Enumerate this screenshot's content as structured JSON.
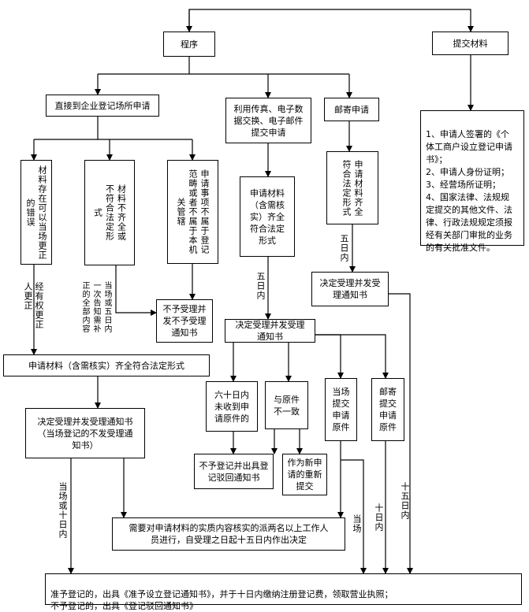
{
  "nodes": {
    "procedure": "程序",
    "submit_materials": "提交材料",
    "direct_apply": "直接到企业登记场所申请",
    "electronic_apply": "利用传真、电子数\n据交换、电子邮件\n提交申请",
    "mail_apply": "邮寄申请",
    "submit_list": "1、申请人签署的《个\n体工商户设立登记申请\n书》；\n2、申请人身份证明；\n3、经营场所证明；\n4、国家法律、法规规\n定提交的其他文件、法\n律、行政法规规定须报\n经有关部门审批的业务\n的有关批准文件。",
    "correctable_error": "材料存在可以当场更正的错误",
    "incomplete": "材料不齐全或不符合法定形式",
    "out_of_scope": "申请事项不属于登记范畴或者不属于本机关管辖",
    "e_complete": "申请材料\n（含需核\n实）齐全\n符合法定\n形式",
    "mail_complete": "申请材料齐全符合法定形式",
    "reject_notice": "不予受理并\n发不予受理\n通知书",
    "decide_accept_mail": "决定受理并发受\n理通知书",
    "decide_accept_e": "决定受理并发受理\n通知书",
    "complete_direct": "申请材料（含需核实）齐全符合法定形式",
    "decide_accept_direct": "决定受理并发受理通知书\n（当场登记的不发受理通\n知书）",
    "no_original": "六十日内\n未收到申\n请原件的",
    "mismatch": "与原件\n不一致",
    "onsite_original": "当场\n提交\n申请\n原件",
    "mail_original": "邮寄\n提交\n申请\n原件",
    "deny_e": "不予登记并出具登\n记驳回通知书",
    "new_application": "作为新申\n请的重新\n提交",
    "verify": "需要对申请材料的实质内容核实的派两名以上工作人\n员进行，自受理之日起十五日内作出决定",
    "final": "准予登记的，出具《准予设立登记通知书》，并于十日内缴纳注册登记费，领取营业执照；\n不予登记的，出具《登记驳回通知书》"
  },
  "labels": {
    "correct_onsite": "经有权更正人更正",
    "notify_all": "当场或五日内一次告知需补正的全部内容",
    "five_days_e": "五日内",
    "five_days_mail": "五日内",
    "onsite_or_ten": "当场或十日内",
    "onsite": "当场",
    "ten_days": "十日内",
    "fifteen_days": "十五日内"
  }
}
